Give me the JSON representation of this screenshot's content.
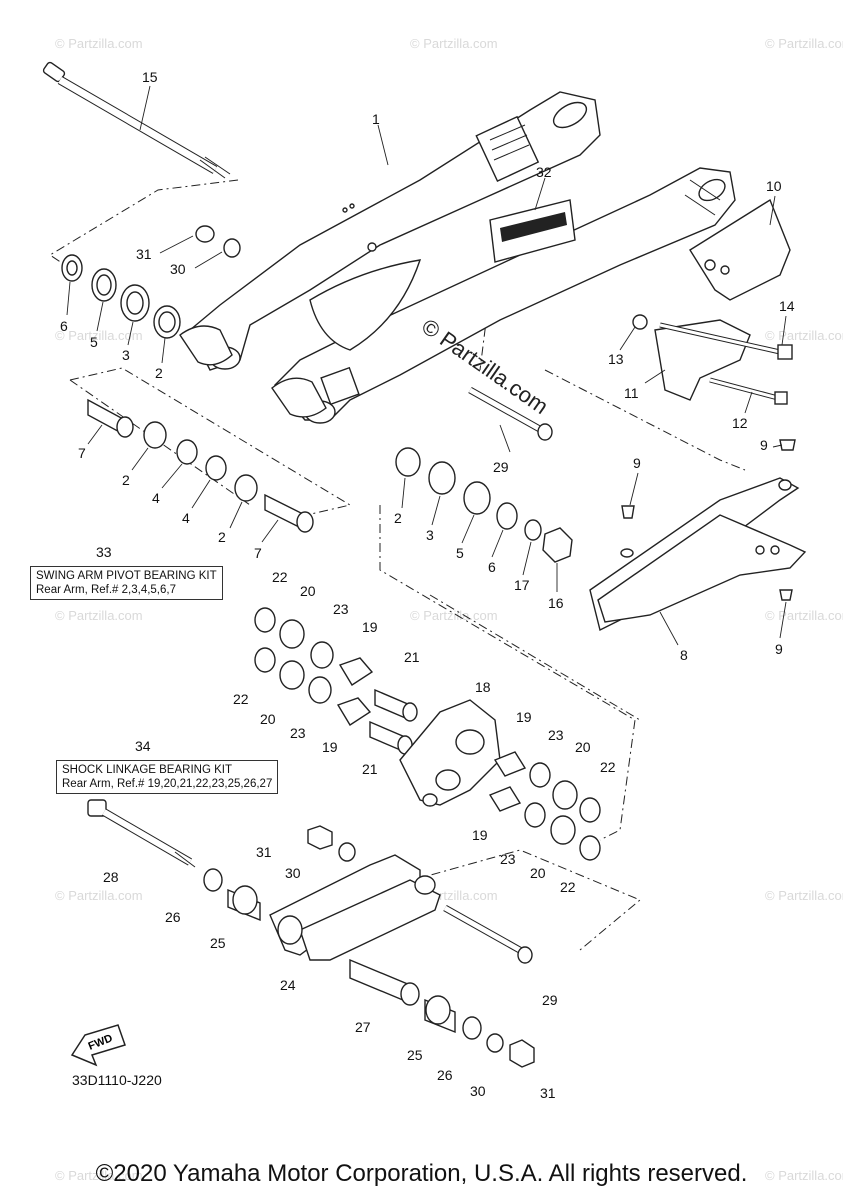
{
  "watermark": {
    "text": "© Partzilla.com"
  },
  "center_watermark": {
    "text": "© Partzilla.com"
  },
  "kits": [
    {
      "id": "swing-arm-pivot-bearing-kit",
      "number": "33",
      "title": "SWING ARM PIVOT BEARING KIT",
      "refs": "Rear Arm, Ref.# 2,3,4,5,6,7"
    },
    {
      "id": "shock-linkage-bearing-kit",
      "number": "34",
      "title": "SHOCK LINKAGE BEARING KIT",
      "refs": "Rear Arm, Ref.# 19,20,21,22,23,25,26,27"
    }
  ],
  "diagram_code": "33D1110-J220",
  "fwd_label": "FWD",
  "copyright": "©2020 Yamaha Motor Corporation, U.S.A. All rights reserved.",
  "callouts": [
    "1",
    "2",
    "3",
    "4",
    "5",
    "6",
    "7",
    "8",
    "9",
    "10",
    "11",
    "12",
    "13",
    "14",
    "15",
    "16",
    "17",
    "18",
    "19",
    "20",
    "21",
    "22",
    "23",
    "24",
    "25",
    "26",
    "27",
    "28",
    "29",
    "30",
    "31",
    "32"
  ]
}
